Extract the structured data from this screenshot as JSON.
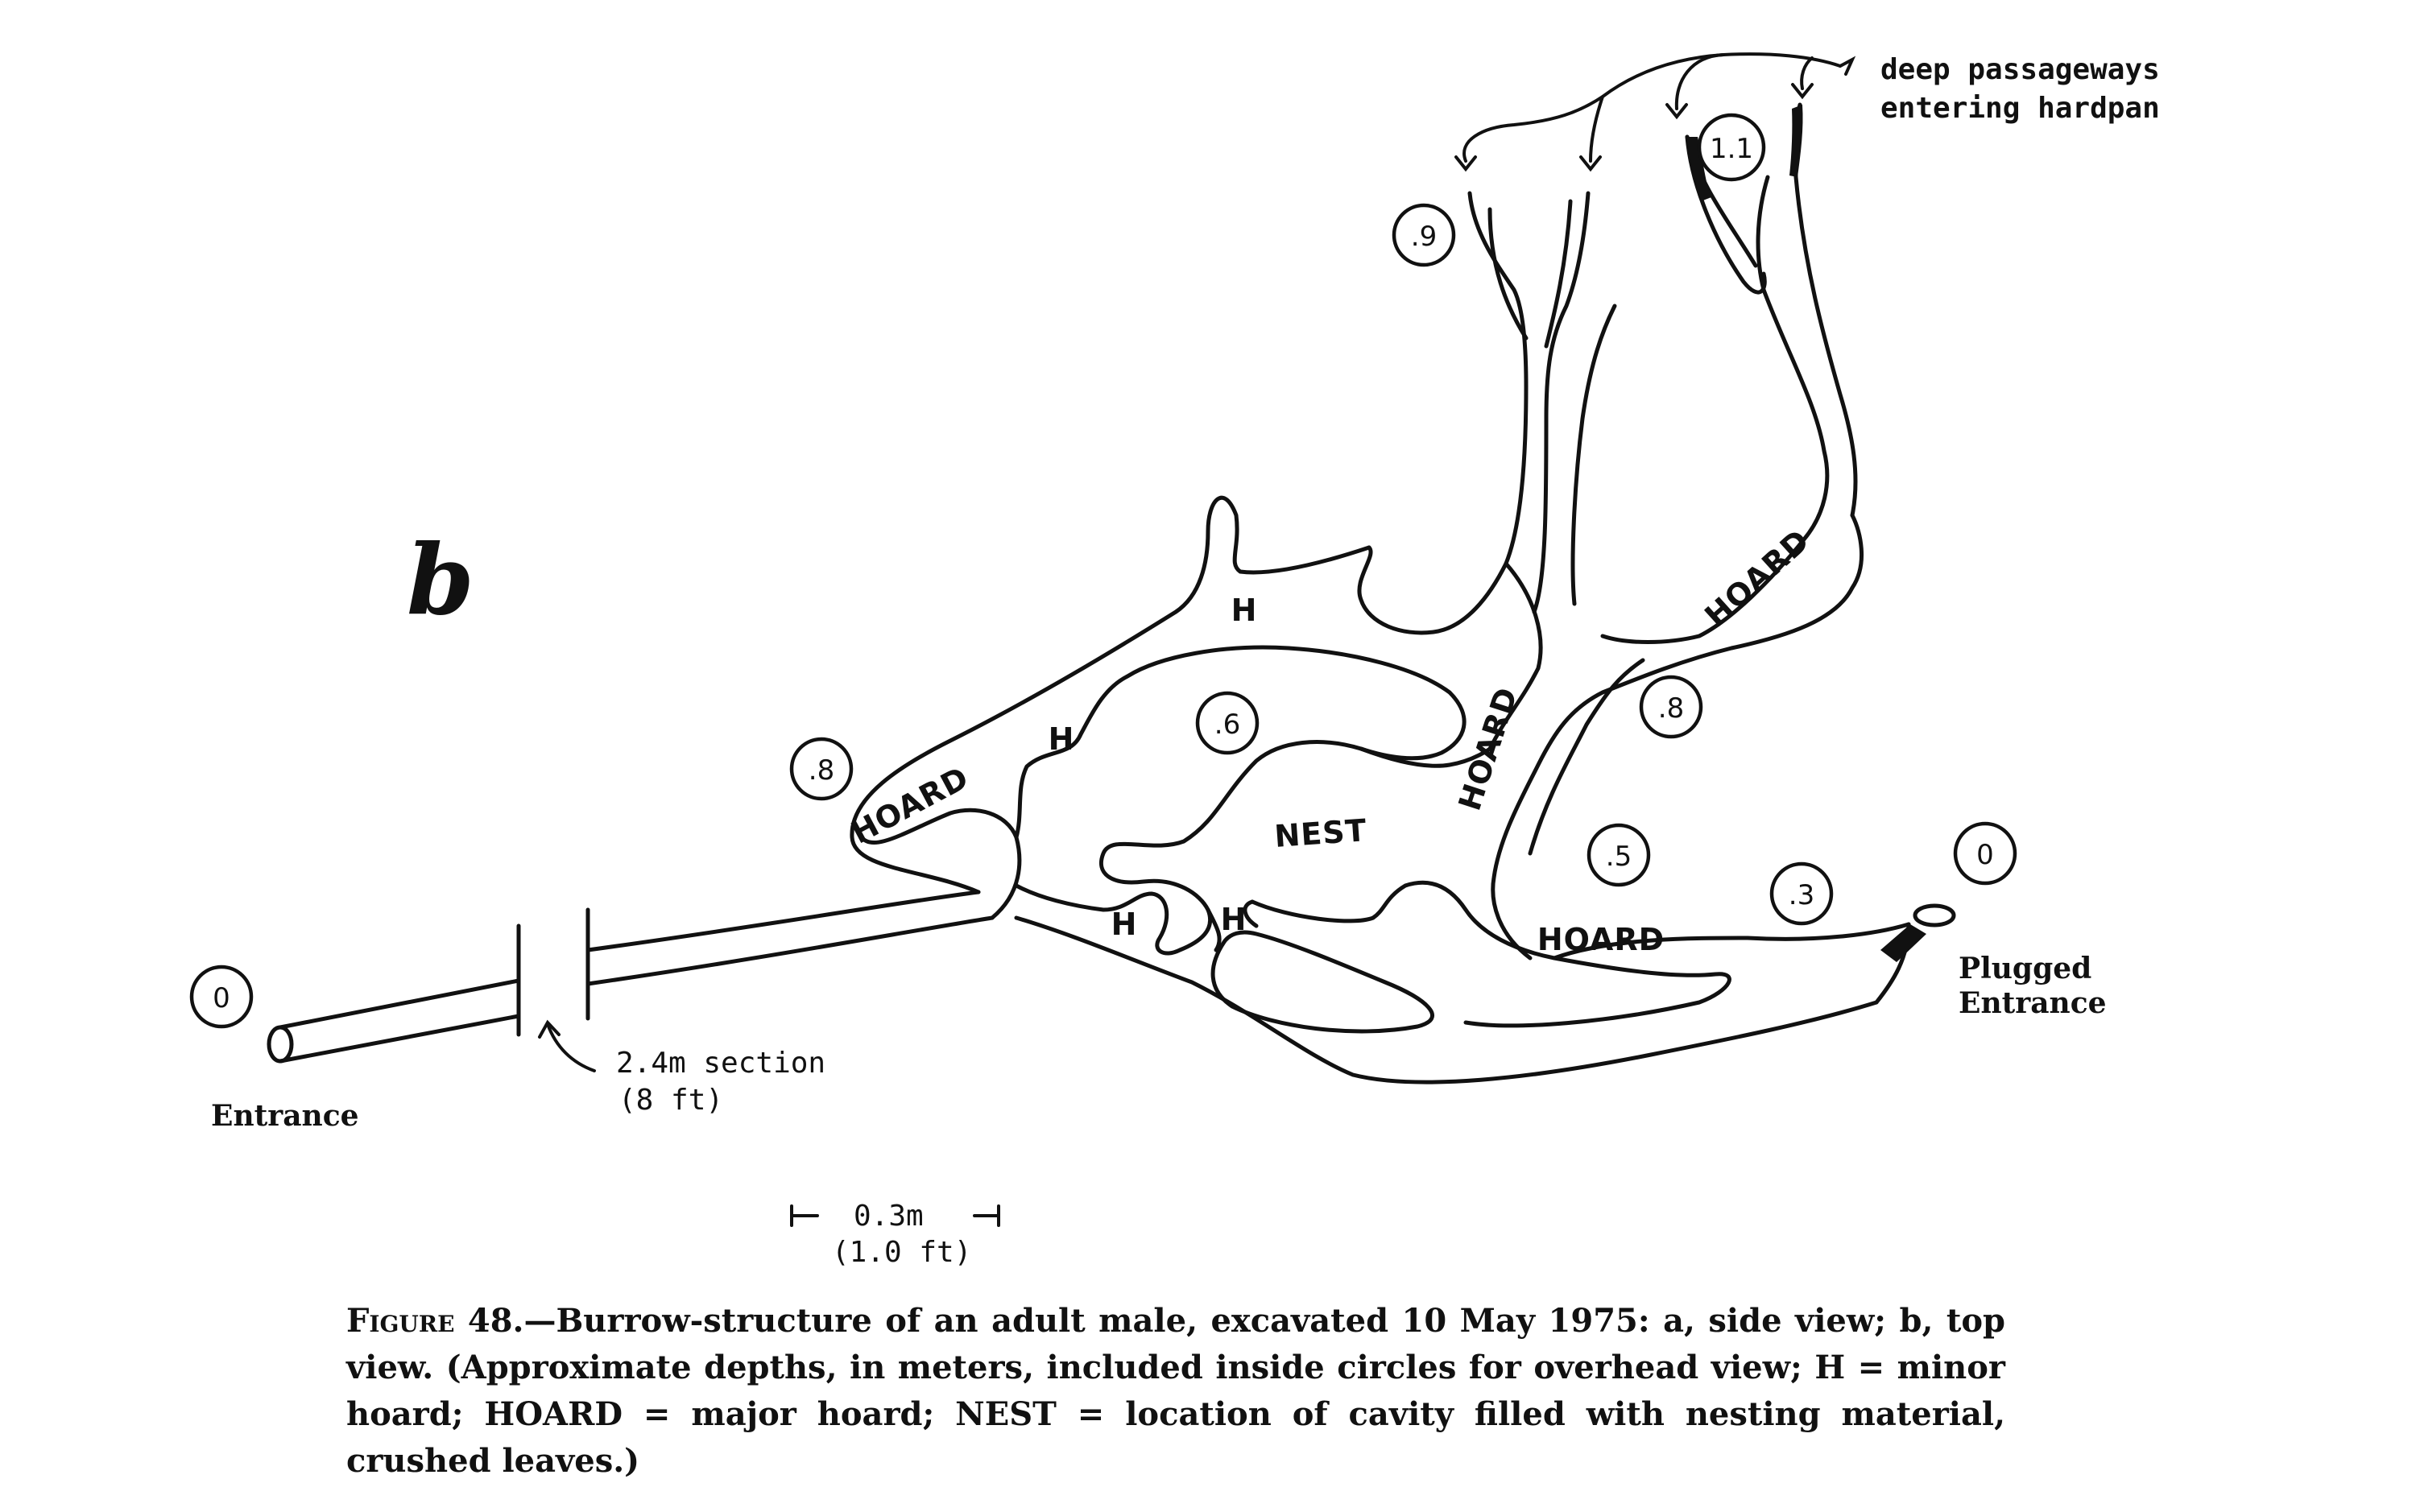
{
  "panel_label": "b",
  "labels": {
    "hoard_left": "HOARD",
    "hoard_center": "HOARD",
    "hoard_right": "HOARD",
    "hoard_bottom": "HOARD",
    "nest": "NEST",
    "minor_h_top": "H",
    "minor_h_left": "H",
    "minor_h_bottom_left": "H",
    "minor_h_bottom_right": "H"
  },
  "depths": {
    "entrance": "0",
    "hoard_left": ".8",
    "nest": ".6",
    "upper_left": ".9",
    "upper_right": "1.1",
    "hoard_right": ".8",
    "lower_middle": ".5",
    "lower_right": ".3",
    "plugged_entrance": "0"
  },
  "annotations": {
    "entrance": "Entrance",
    "plugged_line1": "Plugged",
    "plugged_line2": "Entrance",
    "section_line1": "2.4m section",
    "section_line2": "(8 ft)",
    "deep_line1": "deep passageways",
    "deep_line2": "entering hardpan",
    "scale_line1": "0.3m",
    "scale_line2": "(1.0 ft)"
  },
  "caption": {
    "figure": "Figure 48.",
    "text": "—Burrow-structure of an adult male, excavated 10 May 1975: a, side view; b, top view. (Approximate depths, in meters, included inside circles for overhead view; H = minor hoard; HOARD = major hoard; NEST = location of cavity filled with nesting material, crushed leaves.)"
  }
}
